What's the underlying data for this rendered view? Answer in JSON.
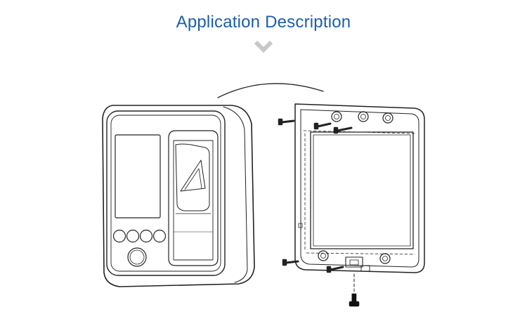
{
  "header": {
    "title": "Application Description",
    "chevron_icon": "chevron-down-icon",
    "title_color": "#1b5eab",
    "chevron_color": "#c8c8c8"
  },
  "diagram": {
    "line_color": "#222222",
    "device": {
      "keypad_buttons": 4,
      "round_buttons": 1
    },
    "mounting_plate": {
      "screws": 5,
      "bottom_screw": 1
    }
  }
}
